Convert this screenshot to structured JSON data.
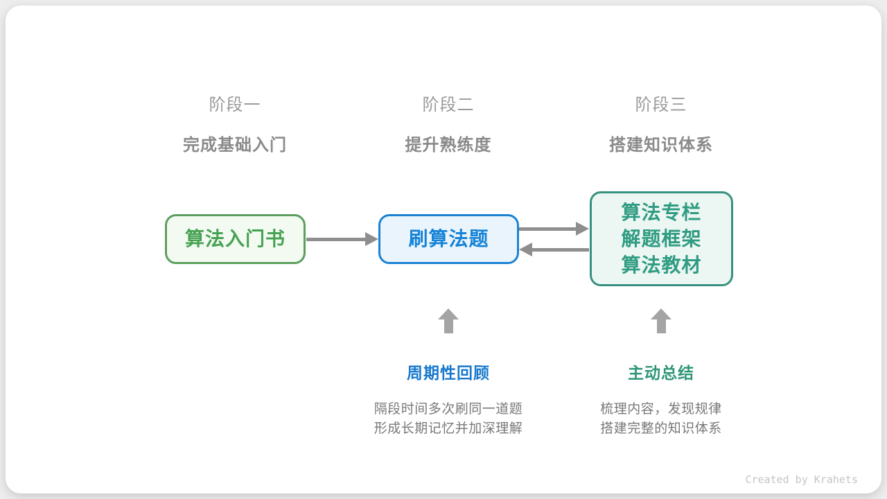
{
  "stages": [
    {
      "label": "阶段一",
      "subtitle": "完成基础入门"
    },
    {
      "label": "阶段二",
      "subtitle": "提升熟练度"
    },
    {
      "label": "阶段三",
      "subtitle": "搭建知识体系"
    }
  ],
  "nodes": {
    "intro_book": {
      "label": "算法入门书",
      "text_color": "#47a353",
      "border_color": "#5b9f5e",
      "bg_color": "#f3faf2"
    },
    "practice": {
      "label": "刷算法题",
      "text_color": "#1583d6",
      "border_color": "#1b82d2",
      "bg_color": "#eaf4fc"
    },
    "resources": {
      "lines": [
        "算法专栏",
        "解题框架",
        "算法教材"
      ],
      "text_color": "#2f9c82",
      "border_color": "#37917f",
      "bg_color": "#ecf6f3"
    }
  },
  "annotations": {
    "review": {
      "title": "周期性回顾",
      "title_color": "#1878cd",
      "lines": [
        "隔段时间多次刷同一道题",
        "形成长期记忆并加深理解"
      ]
    },
    "summarize": {
      "title": "主动总结",
      "title_color": "#2f9678",
      "lines": [
        "梳理内容，发现规律",
        "搭建完整的知识体系"
      ]
    }
  },
  "footer": {
    "credit": "Created by Krahets"
  },
  "colors": {
    "page_bg": "#ededed",
    "card_bg": "#ffffff",
    "flow_arrow": "#8e8e8e",
    "up_arrow": "#a4a4a4",
    "stage_label": "#9a9a9a",
    "stage_subtitle": "#8a8a8a",
    "description_text": "#787878",
    "credit_text": "#c5c5c5"
  }
}
